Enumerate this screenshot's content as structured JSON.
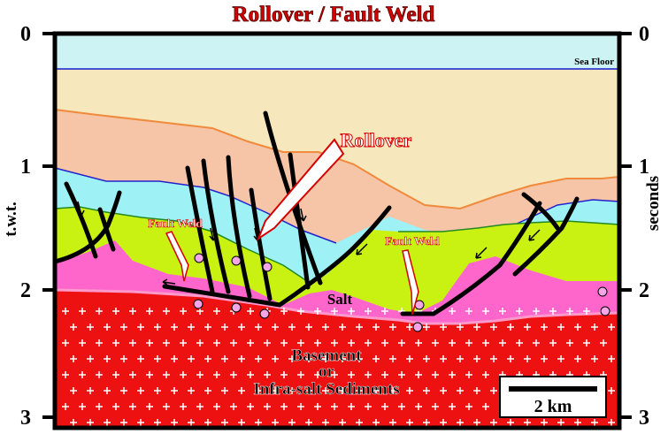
{
  "title": "Rollover / Fault Weld",
  "left_axis": {
    "label": "t.w.t.",
    "ticks": [
      "0",
      "1",
      "2",
      "3"
    ]
  },
  "right_axis": {
    "label": "seconds",
    "ticks": [
      "0",
      "1",
      "2",
      "3"
    ]
  },
  "labels": {
    "sea_floor": "Sea Floor",
    "rollover": "Rollover",
    "fault_weld_left": "Fault Weld",
    "fault_weld_right": "Fault Weld",
    "salt": "Salt",
    "basement_line1": "Basement",
    "basement_line2": "or",
    "basement_line3": "Infra-salt Sediments"
  },
  "scale_bar": {
    "label": "2 km"
  },
  "colors": {
    "water": "#cdf3f5",
    "upper_sediments": "#f7e7bd",
    "orange_layer": "#f6c4a6",
    "cyan_layer": "#9ef2f5",
    "green_layer": "#c9f212",
    "salt": "#ff66cc",
    "basement": "#ee1111",
    "title_red": "#cc0000"
  }
}
